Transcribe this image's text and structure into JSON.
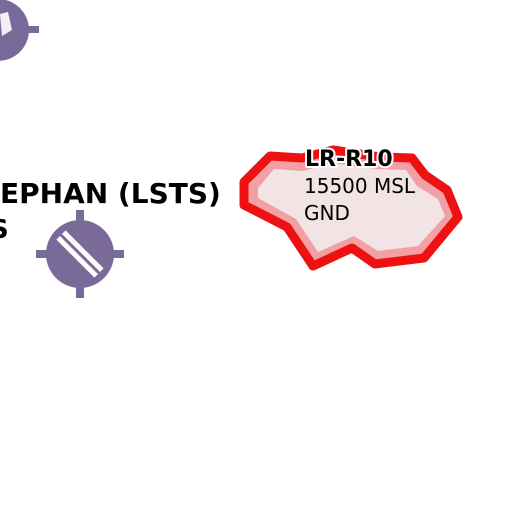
{
  "map": {
    "airport_label": "EPHAN (LSTS)",
    "airport_label_second_line": "S",
    "airport_symbol_icon": "airport-symbol-icon",
    "airport_symbol_color": "#7a6a99",
    "restricted_area": {
      "name": "LR-R10",
      "upper_limit": "15500 MSL",
      "lower_limit": "GND",
      "border_color": "#ee1111",
      "inner_band_color": "#f2a0a3",
      "fill_color": "#f2e3e4"
    }
  }
}
